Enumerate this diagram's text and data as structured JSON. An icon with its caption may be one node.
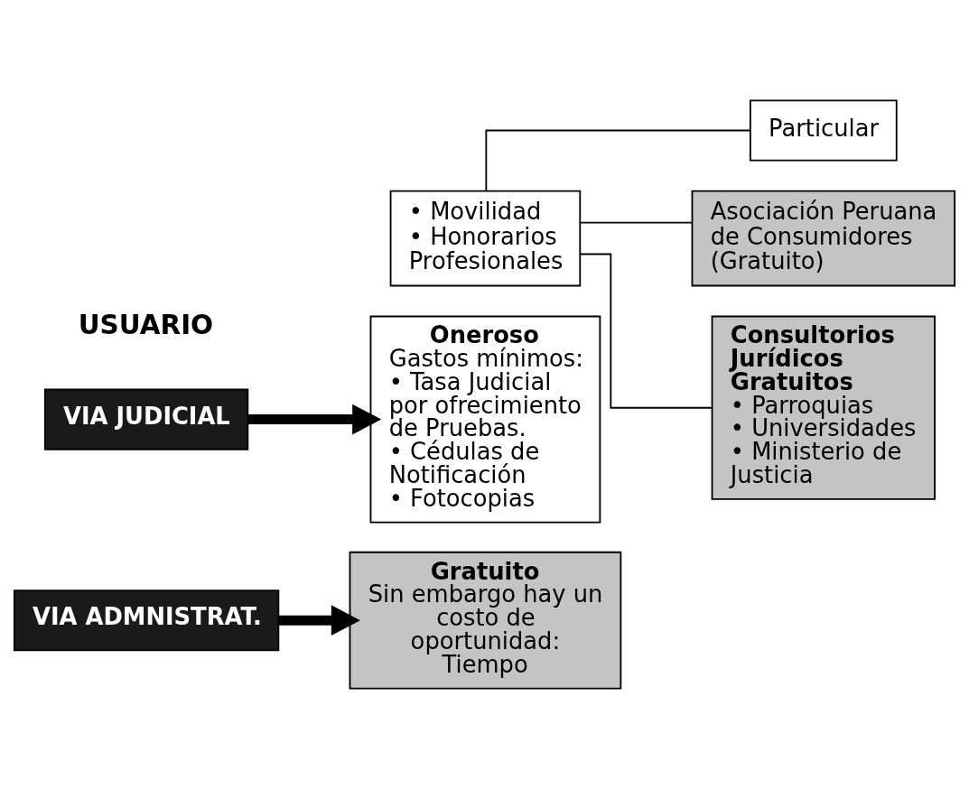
{
  "diagram": {
    "nodes": [
      {
        "text": [
          "VIA ADMNISTRAT."
        ]
      },
      {
        "text": [
          "Gratuito",
          "Sin embargo hay un costo de oportunidad: Tiempo"
        ]
      },
      {
        "text": [
          "VIA JUDICIAL"
        ]
      },
      {
        "text": [
          "Oneroso",
          "Gastos mínimos:",
          "• Tasa Judicial por ofrecimiento de Pruebas.",
          "• Cédulas de Notificación",
          "• Fotocopias"
        ]
      },
      {
        "text": [
          "• Movilidad",
          "• Honorarios Profesionales"
        ]
      },
      {
        "text": [
          "Particular"
        ]
      },
      {
        "text": [
          "Asociación Peruana de Consumidores (Gratuito)"
        ]
      },
      {
        "text": [
          "Consultorios Jurídicos Gratuitos",
          "• Parroquias",
          "• Universidades",
          "• Ministerio de Justicia"
        ]
      }
    ],
    "edges": [
      {
        "from": 0,
        "to": 1,
        "arrow": "to",
        "style": "thick"
      },
      {
        "from": 2,
        "to": 3,
        "arrow": "to",
        "style": "thick"
      },
      {
        "from": 4,
        "to": 5,
        "arrow": "none"
      },
      {
        "from": 4,
        "to": 6,
        "arrow": "none"
      },
      {
        "from": 4,
        "to": 7,
        "arrow": "none"
      }
    ],
    "labels": [
      "USUARIO"
    ]
  }
}
